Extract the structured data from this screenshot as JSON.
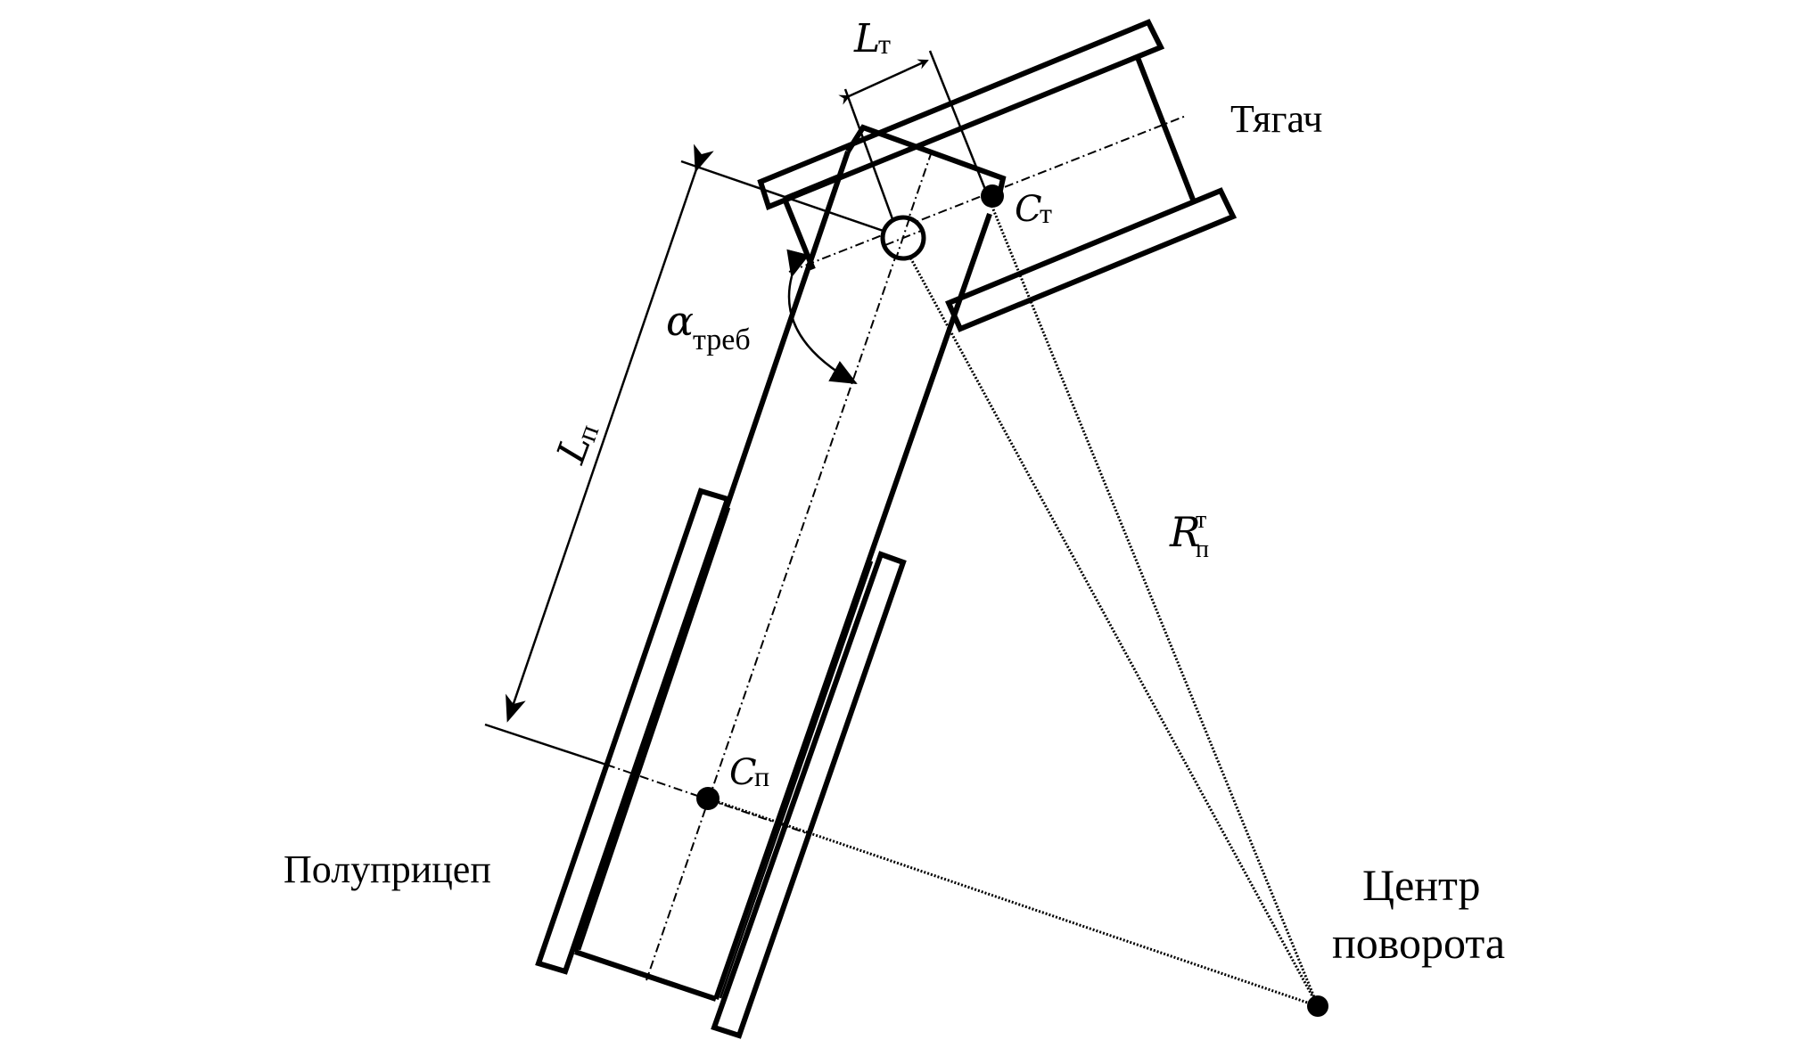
{
  "diagram": {
    "title": "Semi-trailer turning scheme",
    "labels": {
      "tractor": "Тягач",
      "semitrailer": "Полуприцеп",
      "turn_center_line1": "Центр",
      "turn_center_line2": "поворота",
      "c_tractor_main": "C",
      "c_tractor_sub": "т",
      "c_trailer_main": "C",
      "c_trailer_sub": "п",
      "l_tractor_main": "L",
      "l_tractor_sub": "т",
      "l_trailer_main": "L",
      "l_trailer_sub": "п",
      "alpha_main": "α",
      "alpha_sub": "треб",
      "radius_main": "R",
      "radius_sup": "т",
      "radius_sub": "п"
    },
    "colors": {
      "stroke": "#000000",
      "background": "#ffffff"
    }
  }
}
